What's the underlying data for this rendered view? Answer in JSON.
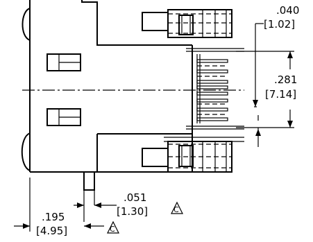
{
  "dimensions": {
    "pin_pitch_in": ".040",
    "pin_pitch_mm": "[1.02]",
    "row_spacing_in": ".281",
    "row_spacing_mm": "[7.14]",
    "post_width_in": ".051",
    "post_width_mm": "[1.30]",
    "post_offset_in": ".195",
    "post_offset_mm": "[4.95]"
  },
  "notes": {
    "revision_mark_1": "C",
    "revision_mark_2": "C"
  }
}
